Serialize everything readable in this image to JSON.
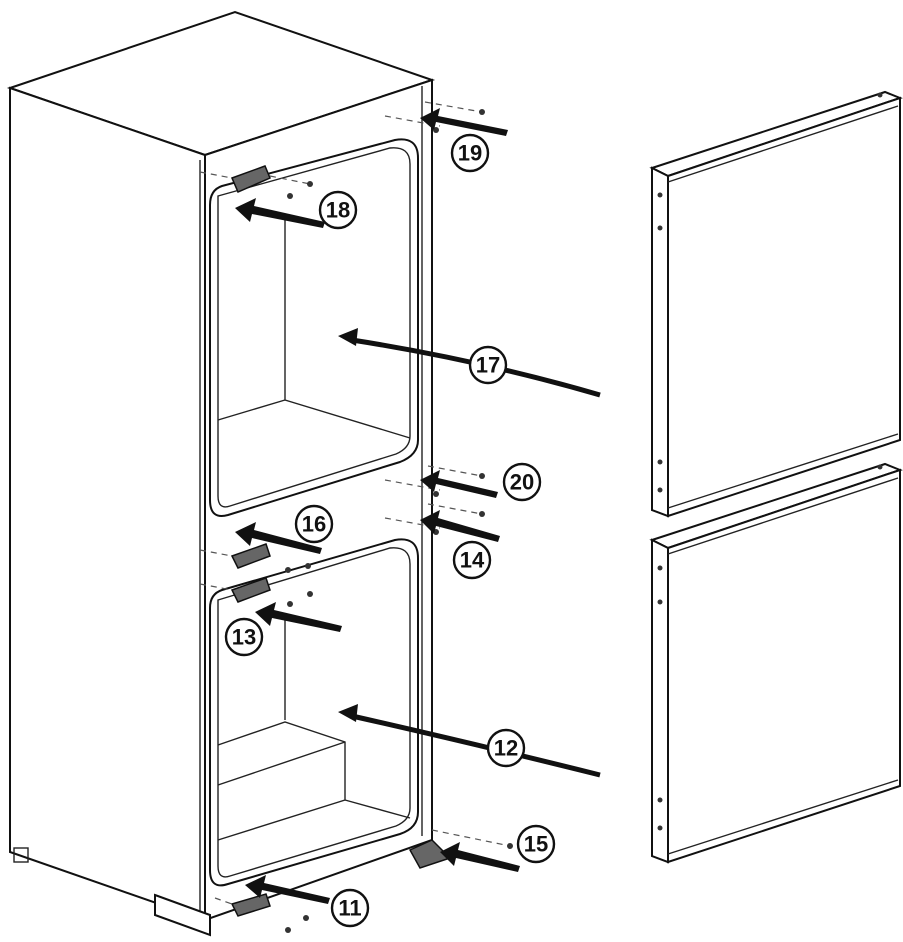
{
  "diagram": {
    "callouts": [
      {
        "id": "19",
        "label": "19"
      },
      {
        "id": "18",
        "label": "18"
      },
      {
        "id": "17",
        "label": "17"
      },
      {
        "id": "20",
        "label": "20"
      },
      {
        "id": "16",
        "label": "16"
      },
      {
        "id": "14",
        "label": "14"
      },
      {
        "id": "13",
        "label": "13"
      },
      {
        "id": "12",
        "label": "12"
      },
      {
        "id": "15",
        "label": "15"
      },
      {
        "id": "11",
        "label": "11"
      }
    ]
  }
}
